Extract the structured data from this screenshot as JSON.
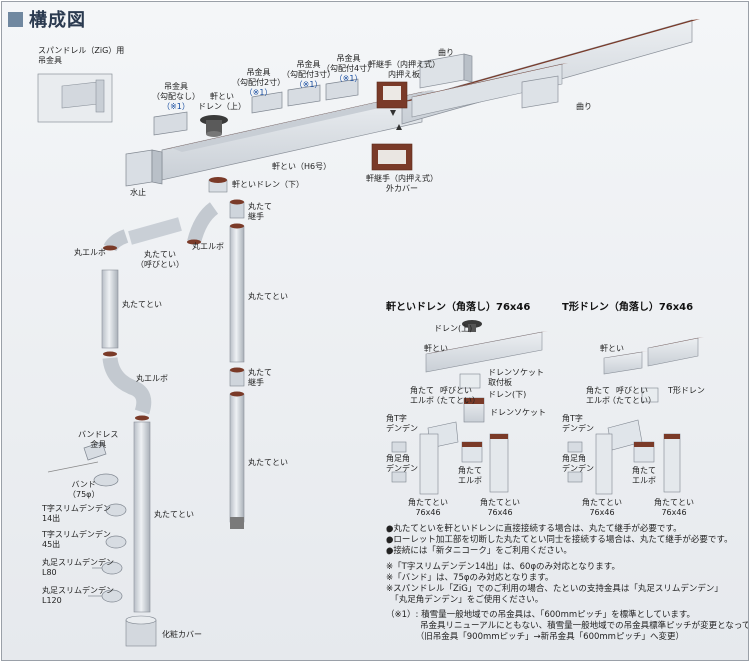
{
  "title": "構成図",
  "labels": {
    "spandrel_zig_1": "スパンドレル（ZiG）用",
    "spandrel_zig_2": "吊金具",
    "hanger_none_1": "吊金具",
    "hanger_none_2": "（勾配なし）",
    "hanger_none_3": "（※1）",
    "drain_up_1": "軒とい",
    "drain_up_2": "ドレン（上）",
    "hanger_2_1": "吊金具",
    "hanger_2_2": "（勾配付2寸）",
    "hanger_2_3": "（※1）",
    "hanger_3_1": "吊金具",
    "hanger_3_2": "（勾配付3寸）",
    "hanger_3_3": "（※1）",
    "hanger_4_1": "吊金具",
    "hanger_4_2": "（勾配付4寸）",
    "hanger_4_3": "（※1）",
    "joint_inner_1": "軒継手（内押え式）",
    "joint_inner_2": "内押え板",
    "bend_1": "曲り",
    "bend_2": "曲り",
    "water_stop": "水止",
    "gutter_h6": "軒とい（H6号）",
    "joint_outer_1": "軒継手（内押え式）",
    "joint_outer_2": "外カバー",
    "drain_down": "軒といドレン（下）",
    "joint_a_1": "丸たて",
    "joint_a_2": "継手",
    "elbow_1": "丸エルボ",
    "elbow_2": "丸エルボ",
    "elbow_3": "丸エルボ",
    "yobi_1": "丸たてい",
    "yobi_2": "（呼びとい）",
    "pipe_1": "丸たてとい",
    "pipe_2": "丸たてとい",
    "pipe_3": "丸たてとい",
    "pipe_4": "丸たてとい",
    "joint_b_1": "丸たて",
    "joint_b_2": "継手",
    "bandless_1": "バンドレス",
    "bandless_2": "金具",
    "band_1": "バンド",
    "band_2": "（75φ）",
    "t_slim_14_1": "T字スリムデンデン",
    "t_slim_14_2": "14出",
    "t_slim_45_1": "T字スリムデンデン",
    "t_slim_45_2": "45出",
    "maru_l80_1": "丸足スリムデンデン",
    "maru_l80_2": "L80",
    "maru_l120_1": "丸足スリムデンデン",
    "maru_l120_2": "L120",
    "cosmetic_cover": "化粧カバー"
  },
  "section_left": {
    "title": "軒といドレン（角落し）76x46",
    "drain_top": "ドレン(上)",
    "gutter": "軒とい",
    "socket_fix_1": "ドレンソケット",
    "socket_fix_2": "取付板",
    "drain_bottom": "ドレン(下)",
    "socket": "ドレンソケット",
    "sq_elbow_1": "角たて",
    "sq_elbow_2": "エルボ",
    "yobi_1": "呼びとい",
    "yobi_2": "（たてとい）",
    "t_den_1": "角T字",
    "t_den_2": "デンデン",
    "foot_den_1": "角足角",
    "foot_den_2": "デンデン",
    "sq_elbow2_1": "角たて",
    "sq_elbow2_2": "エルボ",
    "pipe_1a": "角たてとい",
    "pipe_1b": "76x46",
    "pipe_2a": "角たてとい",
    "pipe_2b": "76x46"
  },
  "section_right": {
    "title": "T形ドレン（角落し）76x46",
    "gutter": "軒とい",
    "sq_elbow_1": "角たて",
    "sq_elbow_2": "エルボ",
    "yobi_1": "呼びとい",
    "yobi_2": "（たてとい）",
    "t_drain": "T形ドレン",
    "t_den_1": "角T字",
    "t_den_2": "デンデン",
    "foot_den_1": "角足角",
    "foot_den_2": "デンデン",
    "sq_elbow2_1": "角たて",
    "sq_elbow2_2": "エルボ",
    "pipe_1a": "角たてとい",
    "pipe_1b": "76x46",
    "pipe_2a": "角たてとい",
    "pipe_2b": "76x46"
  },
  "notes": [
    "●丸たてといを軒といドレンに直接接続する場合は、丸たて継手が必要です。",
    "●ローレット加工部を切断した丸たてとい同士を接続する場合は、丸たて継手が必要です。",
    "●接続には「新タニコーク」をご利用ください。",
    "※「T字スリムデンデン14出」は、60φのみ対応となります。",
    "※「バンド」は、75φのみ対応となります。",
    "※スパンドレル「ZiG」でのご利用の場合、たといの支持金具は「丸足スリムデンデン」",
    "　「丸足角デンデン」をご使用ください。",
    "（※1）: 積雪量一般地域での吊金具は、「600mmピッチ」を標準としています。",
    "　　　　吊金具リニューアルにともない、積雪量一般地域での吊金具標準ピッチが変更となっております。",
    "　　　　（旧吊金具「900mmピッチ」→新吊金具「600mmピッチ」へ変更）"
  ],
  "colors": {
    "accent": "#7088a0",
    "gutter_outer": "#d8dde3",
    "gutter_inner": "#7a3a28",
    "pipe": "#d6dbe1",
    "note_mark": "#1a4ea0"
  }
}
